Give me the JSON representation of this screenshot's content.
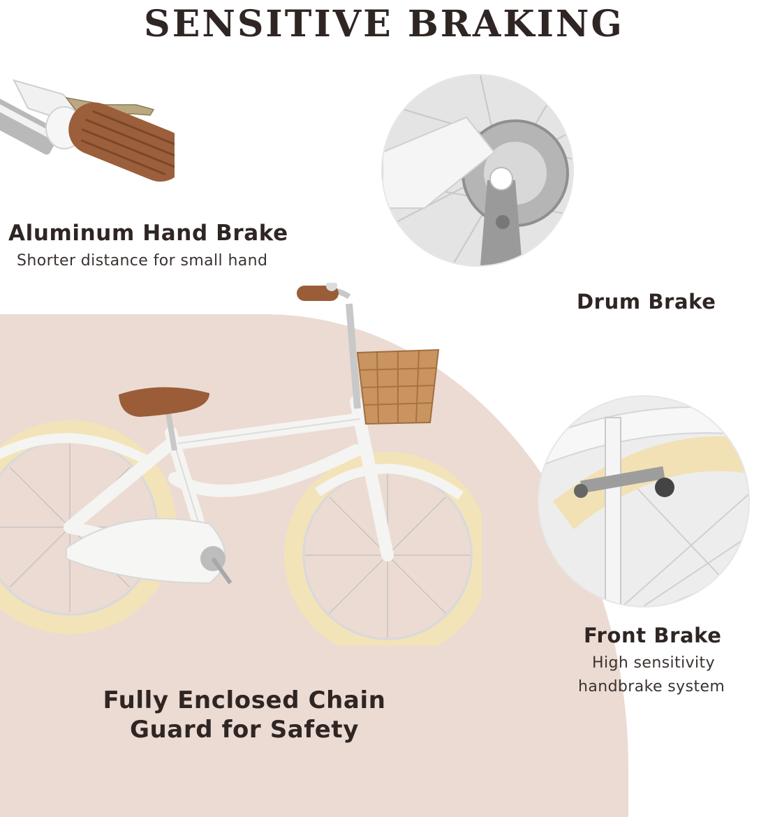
{
  "title": "SENSITIVE BRAKING",
  "features": {
    "hand_brake": {
      "title": "Aluminum Hand Brake",
      "subtitle": "Shorter distance for small hand"
    },
    "drum_brake": {
      "title": "Drum Brake"
    },
    "front_brake": {
      "title": "Front Brake",
      "subtitle_line1": "High sensitivity",
      "subtitle_line2": "handbrake system"
    },
    "chain_guard": {
      "title": "Fully Enclosed Chain Guard for Safety"
    }
  },
  "colors": {
    "background": "#ffffff",
    "accent_blob": "#ecdbd3",
    "text": "#2f2624",
    "bike_frame": "#f4f4f2",
    "tire": "#f3e3b8",
    "leather": "#9a5d38",
    "basket": "#c99460"
  },
  "icons": {
    "hand_brake_image": "hand-brake-photo",
    "drum_brake_image": "drum-brake-photo",
    "front_brake_image": "front-brake-photo",
    "bike_image": "kids-bicycle-photo"
  }
}
